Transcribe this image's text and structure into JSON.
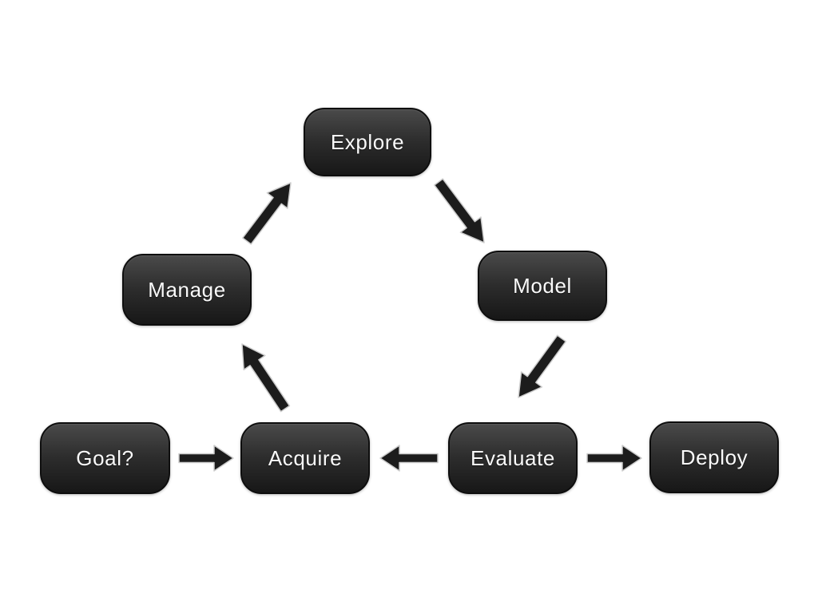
{
  "diagram": {
    "nodes": [
      {
        "id": "explore",
        "label": "Explore"
      },
      {
        "id": "manage",
        "label": "Manage"
      },
      {
        "id": "model",
        "label": "Model"
      },
      {
        "id": "goal",
        "label": "Goal?"
      },
      {
        "id": "acquire",
        "label": "Acquire"
      },
      {
        "id": "evaluate",
        "label": "Evaluate"
      },
      {
        "id": "deploy",
        "label": "Deploy"
      }
    ],
    "edges": [
      {
        "from": "manage",
        "to": "explore"
      },
      {
        "from": "explore",
        "to": "model"
      },
      {
        "from": "model",
        "to": "evaluate"
      },
      {
        "from": "acquire",
        "to": "manage"
      },
      {
        "from": "goal",
        "to": "acquire"
      },
      {
        "from": "evaluate",
        "to": "acquire"
      },
      {
        "from": "evaluate",
        "to": "deploy"
      }
    ],
    "colors": {
      "background": "#ffffff",
      "node_fill_top": "#4a4a4a",
      "node_fill_bottom": "#171717",
      "node_border": "#0e0e0e",
      "node_text": "#fafafa",
      "arrow_fill": "#1c1c1c",
      "arrow_outline": "#cccccc"
    }
  }
}
